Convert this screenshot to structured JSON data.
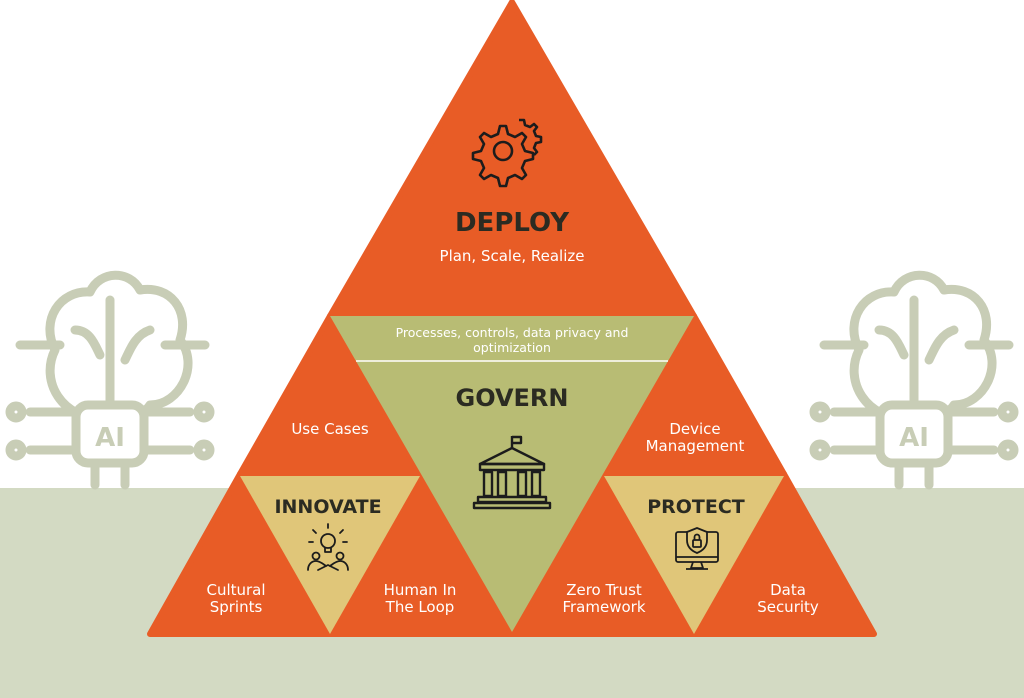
{
  "deploy": {
    "title": "DEPLOY",
    "subtitle": "Plan, Scale, Realize",
    "icon": "gear-icon"
  },
  "govern": {
    "title": "GOVERN",
    "band": "Processes, controls, data privacy and optimization",
    "icon": "building-icon"
  },
  "innovate": {
    "title": "INNOVATE",
    "icon": "lightbulb-people-icon",
    "top": "Use Cases",
    "left": "Cultural Sprints",
    "right": "Human In The Loop"
  },
  "protect": {
    "title": "PROTECT",
    "icon": "secure-monitor-icon",
    "top": "Device Management",
    "left": "Zero Trust Framework",
    "right": "Data Security"
  },
  "decor": {
    "left_brain": "AI",
    "right_brain": "AI"
  },
  "colors": {
    "orange": "#e85c26",
    "olive": "#b8bc74",
    "sand": "#e0c679",
    "ground": "#d3dac3",
    "brain_line": "#c8cdb6"
  }
}
